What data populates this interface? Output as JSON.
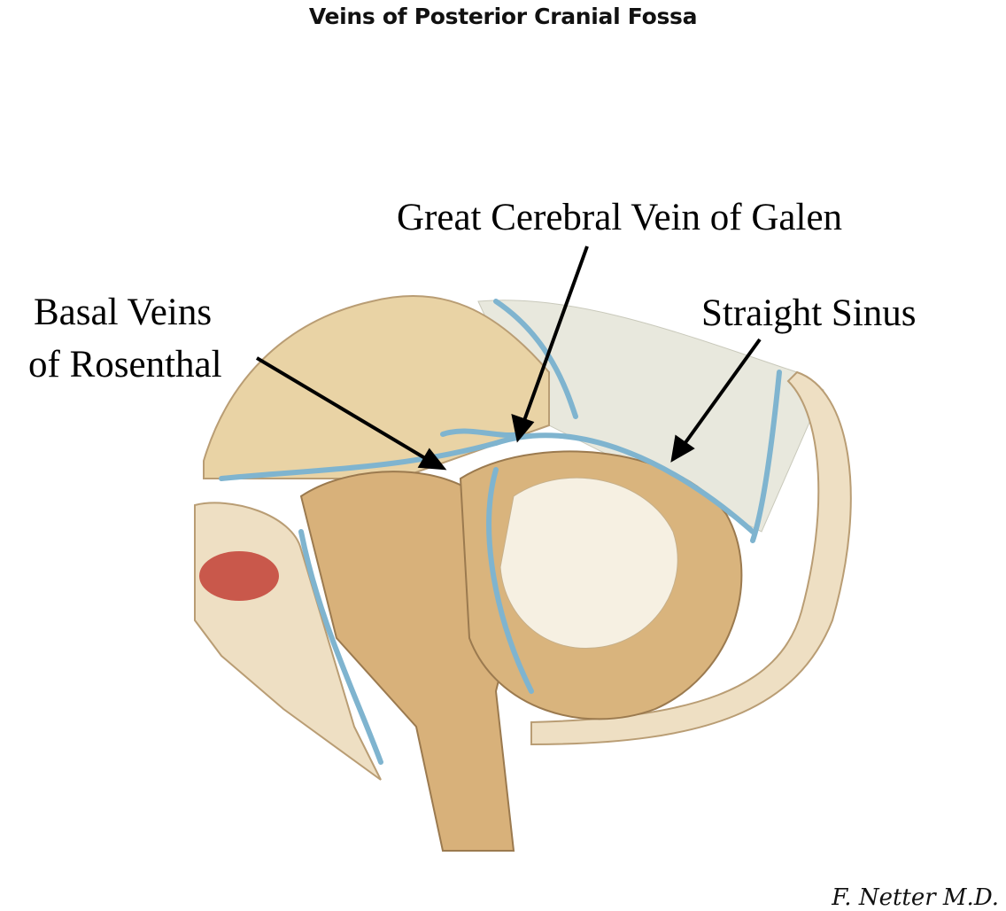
{
  "title": "Veins of Posterior Cranial Fossa",
  "labels": {
    "galen": "Great Cerebral Vein of Galen",
    "straight": "Straight Sinus",
    "basal_line1": "Basal Veins",
    "basal_line2": "of Rosenthal"
  },
  "signature": "F. Netter M.D.",
  "colors": {
    "vein": "#7fb4cf",
    "tissue": "#d9b47d",
    "bone": "#eedfc3",
    "white_matter": "#f6f0e2",
    "tentorium": "#e6e6dc"
  }
}
